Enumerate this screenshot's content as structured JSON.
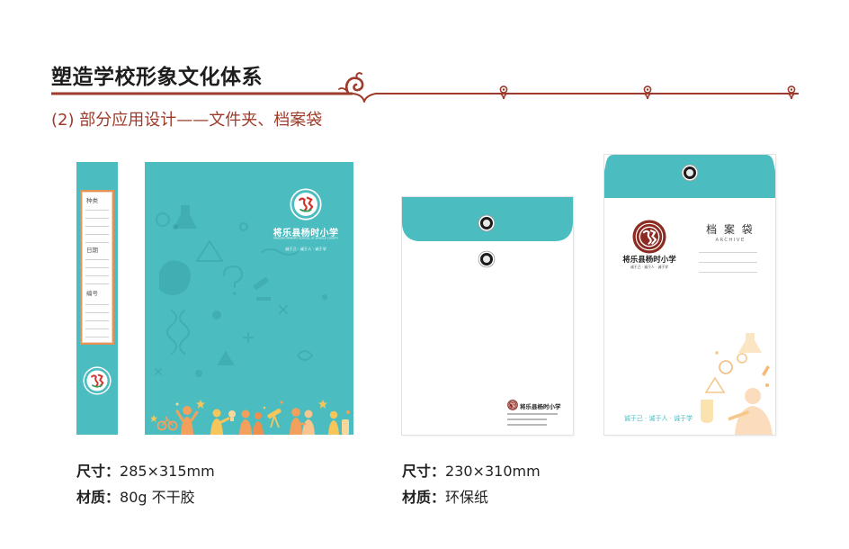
{
  "header": {
    "title": "塑造学校形象文化体系",
    "subtitle": "(2) 部分应用设计——文件夹、档案袋"
  },
  "school": {
    "name": "将乐县杨时小学",
    "name_en": "YANGSHI PRIMARY SCHOOL OF JIANGLE COUNTY",
    "motto": "诚于己 · 诚于人 · 诚于学"
  },
  "folder": {
    "spine_fields": [
      "种类",
      "日期",
      "编号"
    ],
    "specs": [
      {
        "label": "尺寸：",
        "value": "285×315mm"
      },
      {
        "label": "材质：",
        "value": "80g 不干胶"
      }
    ]
  },
  "archive_bag": {
    "title": "档 案 袋",
    "title_en": "ARCHIVE",
    "specs": [
      {
        "label": "尺寸：",
        "value": "230×310mm"
      },
      {
        "label": "材质：",
        "value": "环保纸"
      }
    ]
  },
  "colors": {
    "teal": "#4bbdc1",
    "accent": "#9e3b2b",
    "orange": "#e39357",
    "maroon": "#8c2b22"
  },
  "icons": {
    "emblem": "school-emblem-icon",
    "fastener": "eyelet-button-icon"
  }
}
